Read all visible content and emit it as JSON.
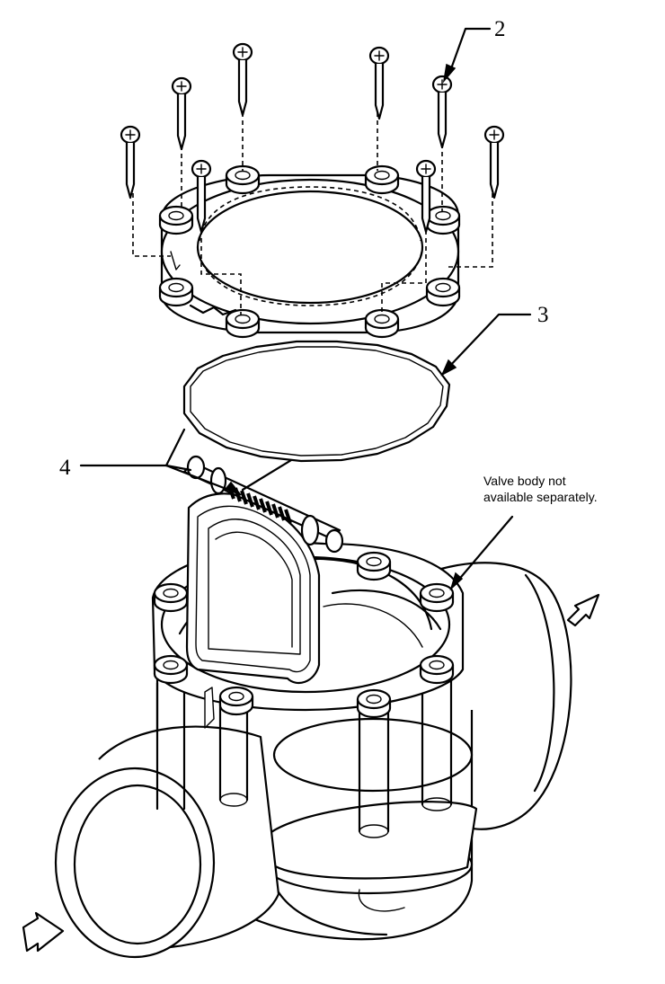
{
  "callouts": {
    "c2": "2",
    "c3": "3",
    "c4": "4"
  },
  "note": {
    "line1": "Valve body not",
    "line2": "available separately."
  }
}
